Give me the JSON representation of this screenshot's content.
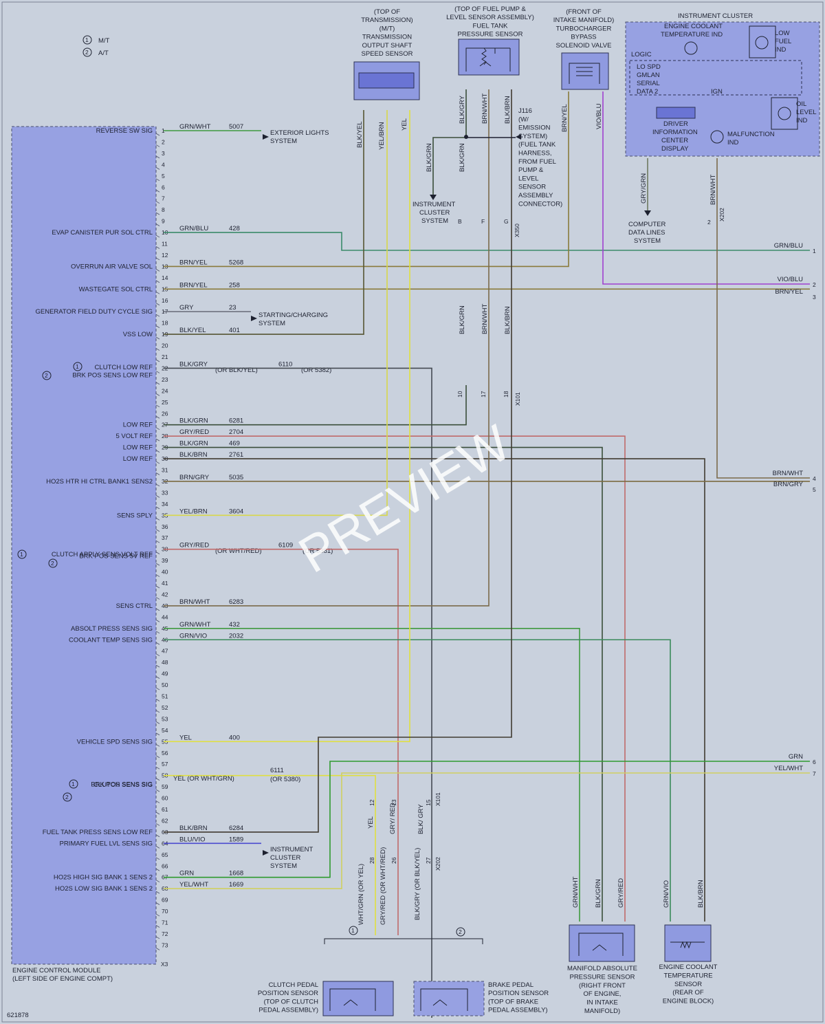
{
  "legend": [
    {
      "num": "1",
      "text": "M/T"
    },
    {
      "num": "2",
      "text": "A/T"
    }
  ],
  "ecm": {
    "label_line1": "ENGINE CONTROL MODULE",
    "label_line2": "(LEFT SIDE OF ENGINE COMPT)",
    "connector": "X3",
    "pins": [
      {
        "pin": "1",
        "name": "REVERSE SW SIG",
        "color": "GRN/WHT",
        "circuit": "5007",
        "stroke": "#3f9a3f"
      },
      {
        "pin": "10",
        "name": "EVAP CANISTER PUR SOL CTRL",
        "color": "GRN/BLU",
        "circuit": "428",
        "stroke": "#3a8a6a"
      },
      {
        "pin": "13",
        "name": "OVERRUN AIR VALVE SOL",
        "color": "BRN/YEL",
        "circuit": "5268",
        "stroke": "#8a7a3a"
      },
      {
        "pin": "15",
        "name": "WASTEGATE SOL CTRL",
        "color": "BRN/YEL",
        "circuit": "258",
        "stroke": "#8a7a3a"
      },
      {
        "pin": "17",
        "name": "GENERATOR FIELD DUTY CYCLE SIG",
        "color": "GRY",
        "circuit": "23",
        "stroke": "#6e7280"
      },
      {
        "pin": "19",
        "name": "VSS LOW",
        "color": "BLK/YEL",
        "circuit": "401",
        "stroke": "#555533"
      },
      {
        "pin": "22",
        "name": "BRK POS SENS LOW REF",
        "color": "BLK/GRY",
        "circuit": "6110",
        "stroke": "#444a52"
      },
      {
        "pin": "27",
        "name": "LOW REF",
        "color": "BLK/GRN",
        "circuit": "6281",
        "stroke": "#3a4e3a"
      },
      {
        "pin": "28",
        "name": "5 VOLT REF",
        "color": "GRY/RED",
        "circuit": "2704",
        "stroke": "#c06a6a"
      },
      {
        "pin": "29",
        "name": "LOW REF",
        "color": "BLK/GRN",
        "circuit": "469",
        "stroke": "#3a4e3a"
      },
      {
        "pin": "30",
        "name": "LOW REF",
        "color": "BLK/BRN",
        "circuit": "2761",
        "stroke": "#403a30"
      },
      {
        "pin": "32",
        "name": "HO2S HTR HI CTRL BANK1 SENS2",
        "color": "BRN/GRY",
        "circuit": "5035",
        "stroke": "#7a6a40"
      },
      {
        "pin": "35",
        "name": "SENS SPLY",
        "color": "YEL/BRN",
        "circuit": "3604",
        "stroke": "#d8d84a"
      },
      {
        "pin": "38",
        "name": "BRK POS SENS 5V REF",
        "color": "GRY/RED",
        "circuit": "6109",
        "stroke": "#c06a6a"
      },
      {
        "pin": "43",
        "name": "SENS CTRL",
        "color": "BRN/WHT",
        "circuit": "6283",
        "stroke": "#7a6a4a"
      },
      {
        "pin": "45",
        "name": "ABSOLT PRESS SENS SIG",
        "color": "GRN/WHT",
        "circuit": "432",
        "stroke": "#3f9a3f"
      },
      {
        "pin": "46",
        "name": "COOLANT TEMP SENS SIG",
        "color": "GRN/VIO",
        "circuit": "2032",
        "stroke": "#3a8a5a"
      },
      {
        "pin": "55",
        "name": "VEHICLE SPD SENS SIG",
        "color": "YEL",
        "circuit": "400",
        "stroke": "#e0e040"
      },
      {
        "pin": "58",
        "name": "BRK POS SENS SIG",
        "color": "YEL",
        "circuit": "6111",
        "stroke": "#e0e040"
      },
      {
        "pin": "63",
        "name": "FUEL TANK PRESS SENS LOW REF",
        "color": "BLK/BRN",
        "circuit": "6284",
        "stroke": "#403a30"
      },
      {
        "pin": "64",
        "name": "PRIMARY FUEL LVL SENS SIG",
        "color": "BLU/VIO",
        "circuit": "1589",
        "stroke": "#4a4ad0"
      },
      {
        "pin": "67",
        "name": "HO2S HIGH SIG BANK 1 SENS 2",
        "color": "GRN",
        "circuit": "1668",
        "stroke": "#2e9a2e"
      },
      {
        "pin": "68",
        "name": "HO2S LOW SIG BANK 1 SENS 2",
        "color": "YEL/WHT",
        "circuit": "1669",
        "stroke": "#d0d060"
      }
    ],
    "alt_labels": {
      "clutch_low_ref": "CLUTCH LOW REF",
      "clutch_apply": "CLUTCH APPLY SENS VOLT REF",
      "clutch_sens": "CLUTCH SENS SIG",
      "blk_alt": "(OR BLK/YEL)",
      "circ_alt_22": "(OR 5382)",
      "red_alt": "(OR WHT/RED)",
      "circ_alt_38": "(OR 5381)",
      "yel_alt": "YEL (OR WHT/GRN)",
      "circ_alt_58": "(OR 5380)"
    }
  },
  "destinations": {
    "exterior_lights": [
      "EXTERIOR LIGHTS",
      "SYSTEM"
    ],
    "starting_charging": [
      "STARTING/CHARGING",
      "SYSTEM"
    ],
    "instrument_cluster_sys": [
      "INSTRUMENT",
      "CLUSTER",
      "SYSTEM"
    ],
    "instrument_cluster_sys2": [
      "INSTRUMENT",
      "CLUSTER",
      "SYSTEM"
    ],
    "computer_data": [
      "COMPUTER",
      "DATA LINES",
      "SYSTEM"
    ]
  },
  "components": {
    "trans_sensor": [
      "(TOP OF",
      "TRANSMISSION)",
      "(M/T)",
      "TRANSMISSION",
      "OUTPUT SHAFT",
      "SPEED SENSOR"
    ],
    "fuel_tank_sensor": [
      "(TOP OF FUEL PUMP &",
      "LEVEL SENSOR ASSEMBLY)",
      "FUEL TANK",
      "PRESSURE SENSOR"
    ],
    "turbo_valve": [
      "(FRONT OF",
      "INTAKE MANIFOLD)",
      "TURBOCHARGER",
      "BYPASS",
      "SOLENOID VALVE"
    ],
    "cluster": {
      "title": "INSTRUMENT CLUSTER",
      "ect_ind": [
        "ENGINE COOLANT",
        "TEMPERATURE IND"
      ],
      "low_fuel": [
        "LOW",
        "FUEL",
        "IND"
      ],
      "logic": "LOGIC",
      "gmlan": [
        "LO SPD",
        "GMLAN",
        "SERIAL",
        "DATA 2"
      ],
      "ign": "IGN",
      "oil": [
        "OIL",
        "LEVEL",
        "IND"
      ],
      "dic": [
        "DRIVER",
        "INFORMATION",
        "CENTER",
        "DISPLAY"
      ],
      "mil": [
        "MALFUNCTION",
        "IND"
      ]
    },
    "j116": [
      "J116",
      "(W/",
      "EMISSION",
      "SYSTEM)",
      "(FUEL TANK",
      "HARNESS,",
      "FROM FUEL",
      "PUMP &",
      "LEVEL",
      "SENSOR",
      "ASSEMBLY",
      "CONNECTOR)"
    ],
    "clutch_pedal": [
      "CLUTCH PEDAL",
      "POSITION SENSOR",
      "(TOP OF CLUTCH",
      "PEDAL ASSEMBLY)"
    ],
    "brake_pedal": [
      "BRAKE PEDAL",
      "POSITION SENSOR",
      "(TOP OF BRAKE",
      "PEDAL ASSEMBLY)"
    ],
    "map_sensor": [
      "MANIFOLD ABSOLUTE",
      "PRESSURE SENSOR",
      "(RIGHT FRONT",
      "OF ENGINE,",
      "IN INTAKE",
      "MANIFOLD)"
    ],
    "ect_sensor": [
      "ENGINE COOLANT",
      "TEMPERATURE",
      "SENSOR",
      "(REAR OF",
      "ENGINE BLOCK)"
    ]
  },
  "vertical_wires": {
    "trans": [
      "BLK/YEL",
      "YEL/BRN",
      "YEL"
    ],
    "fuel": [
      "BLK/GRY",
      "BRN/WHT",
      "BLK/BRN"
    ],
    "turbo": [
      "BRN/YEL",
      "VIO/BLU"
    ],
    "cluster": [
      "GRY/GRN",
      "BRN/WHT"
    ],
    "blk_grn": "BLK/GRN",
    "mid_fuel": [
      "BLK/GRN",
      "BRN/WHT",
      "BLK/BRN"
    ],
    "pedal": [
      "YEL",
      "GRY/ RED",
      "BLK/ GRY"
    ],
    "pedal_low": [
      "WHT/GRN (OR YEL)",
      "GRY/RED (OR WHT/RED)",
      "BLK/GRY (OR BLK/YEL)"
    ],
    "map": [
      "GRN/WHT",
      "BLK/GRN",
      "GRY/RED"
    ],
    "ect": [
      "GRN/VIO",
      "BLK/BRN"
    ]
  },
  "connectors": {
    "x350": "X350",
    "x101": "X101",
    "x202": "X202",
    "x350_pins": [
      "B",
      "F",
      "G"
    ],
    "x101_pins": [
      "10",
      "17",
      "18"
    ],
    "x101b_pins": [
      "12",
      "13",
      "15"
    ],
    "x202_pins": [
      "28",
      "26",
      "27"
    ],
    "x202_cluster_pin": "2"
  },
  "right_edge": [
    {
      "num": "1",
      "color": "GRN/BLU"
    },
    {
      "num": "2",
      "color": "VIO/BLU"
    },
    {
      "num": "3",
      "color": "BRN/YEL"
    },
    {
      "num": "4",
      "color": "BRN/WHT"
    },
    {
      "num": "5",
      "color": "BRN/GRY"
    },
    {
      "num": "6",
      "color": "GRN"
    },
    {
      "num": "7",
      "color": "YEL/WHT"
    }
  ],
  "diagram_id": "621878",
  "watermark": "PREVIEW"
}
